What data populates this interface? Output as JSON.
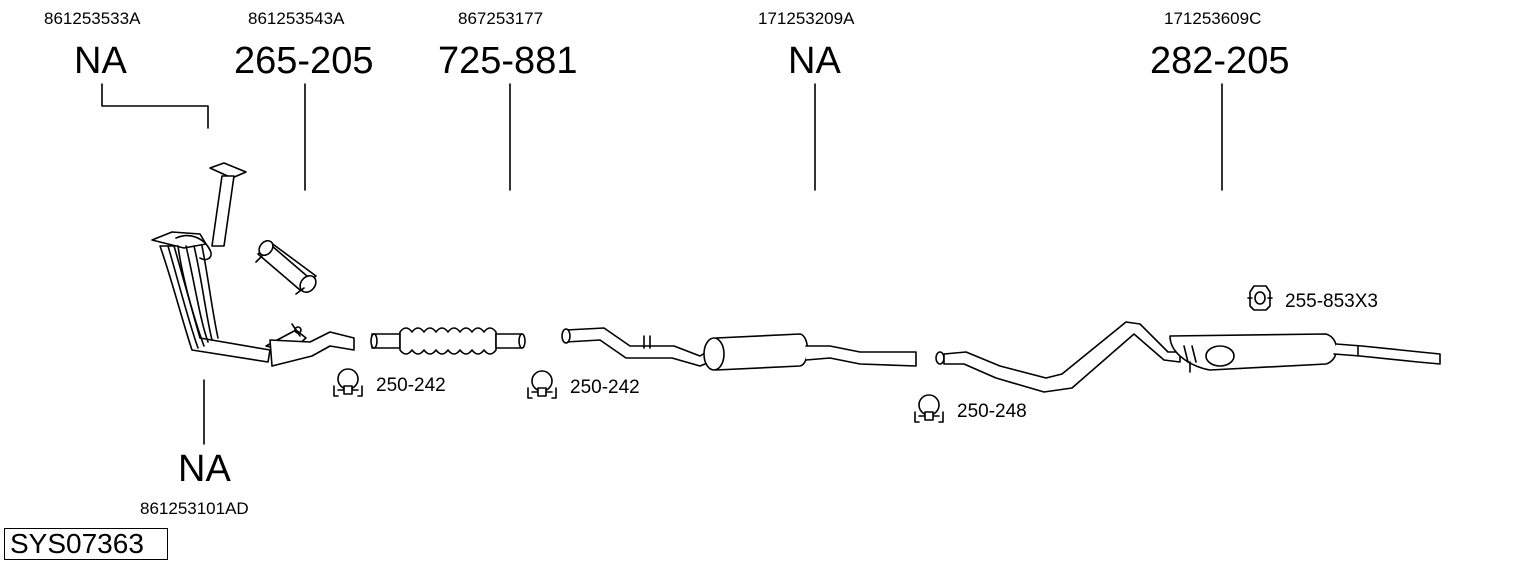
{
  "diagram": {
    "system_code": "SYS07363",
    "parts": [
      {
        "oem": "861253533A",
        "label": "NA"
      },
      {
        "oem": "861253543A",
        "label": "265-205"
      },
      {
        "oem": "867253177",
        "label": "725-881"
      },
      {
        "oem": "171253209A",
        "label": "NA"
      },
      {
        "oem": "171253609C",
        "label": "282-205"
      },
      {
        "oem": "861253101AD",
        "label": "NA"
      }
    ],
    "clamps": [
      {
        "label": "250-242"
      },
      {
        "label": "250-242"
      },
      {
        "label": "250-248"
      },
      {
        "label": "255-853X3"
      }
    ]
  }
}
